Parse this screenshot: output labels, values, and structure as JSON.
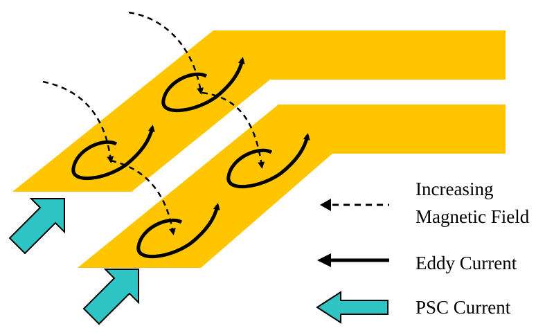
{
  "colors": {
    "conductor": "#FFC600",
    "psc_arrow_fill": "#2EC4C4",
    "psc_arrow_stroke": "#000000",
    "field_line": "#000000",
    "eddy_current": "#000000"
  },
  "legend": {
    "field": {
      "line1": "Increasing",
      "line2": "Magnetic Field",
      "icon": "dashed-arrow-icon"
    },
    "eddy": {
      "label": "Eddy Current",
      "icon": "solid-arrow-icon"
    },
    "psc": {
      "label": "PSC Current",
      "icon": "block-arrow-icon"
    }
  }
}
